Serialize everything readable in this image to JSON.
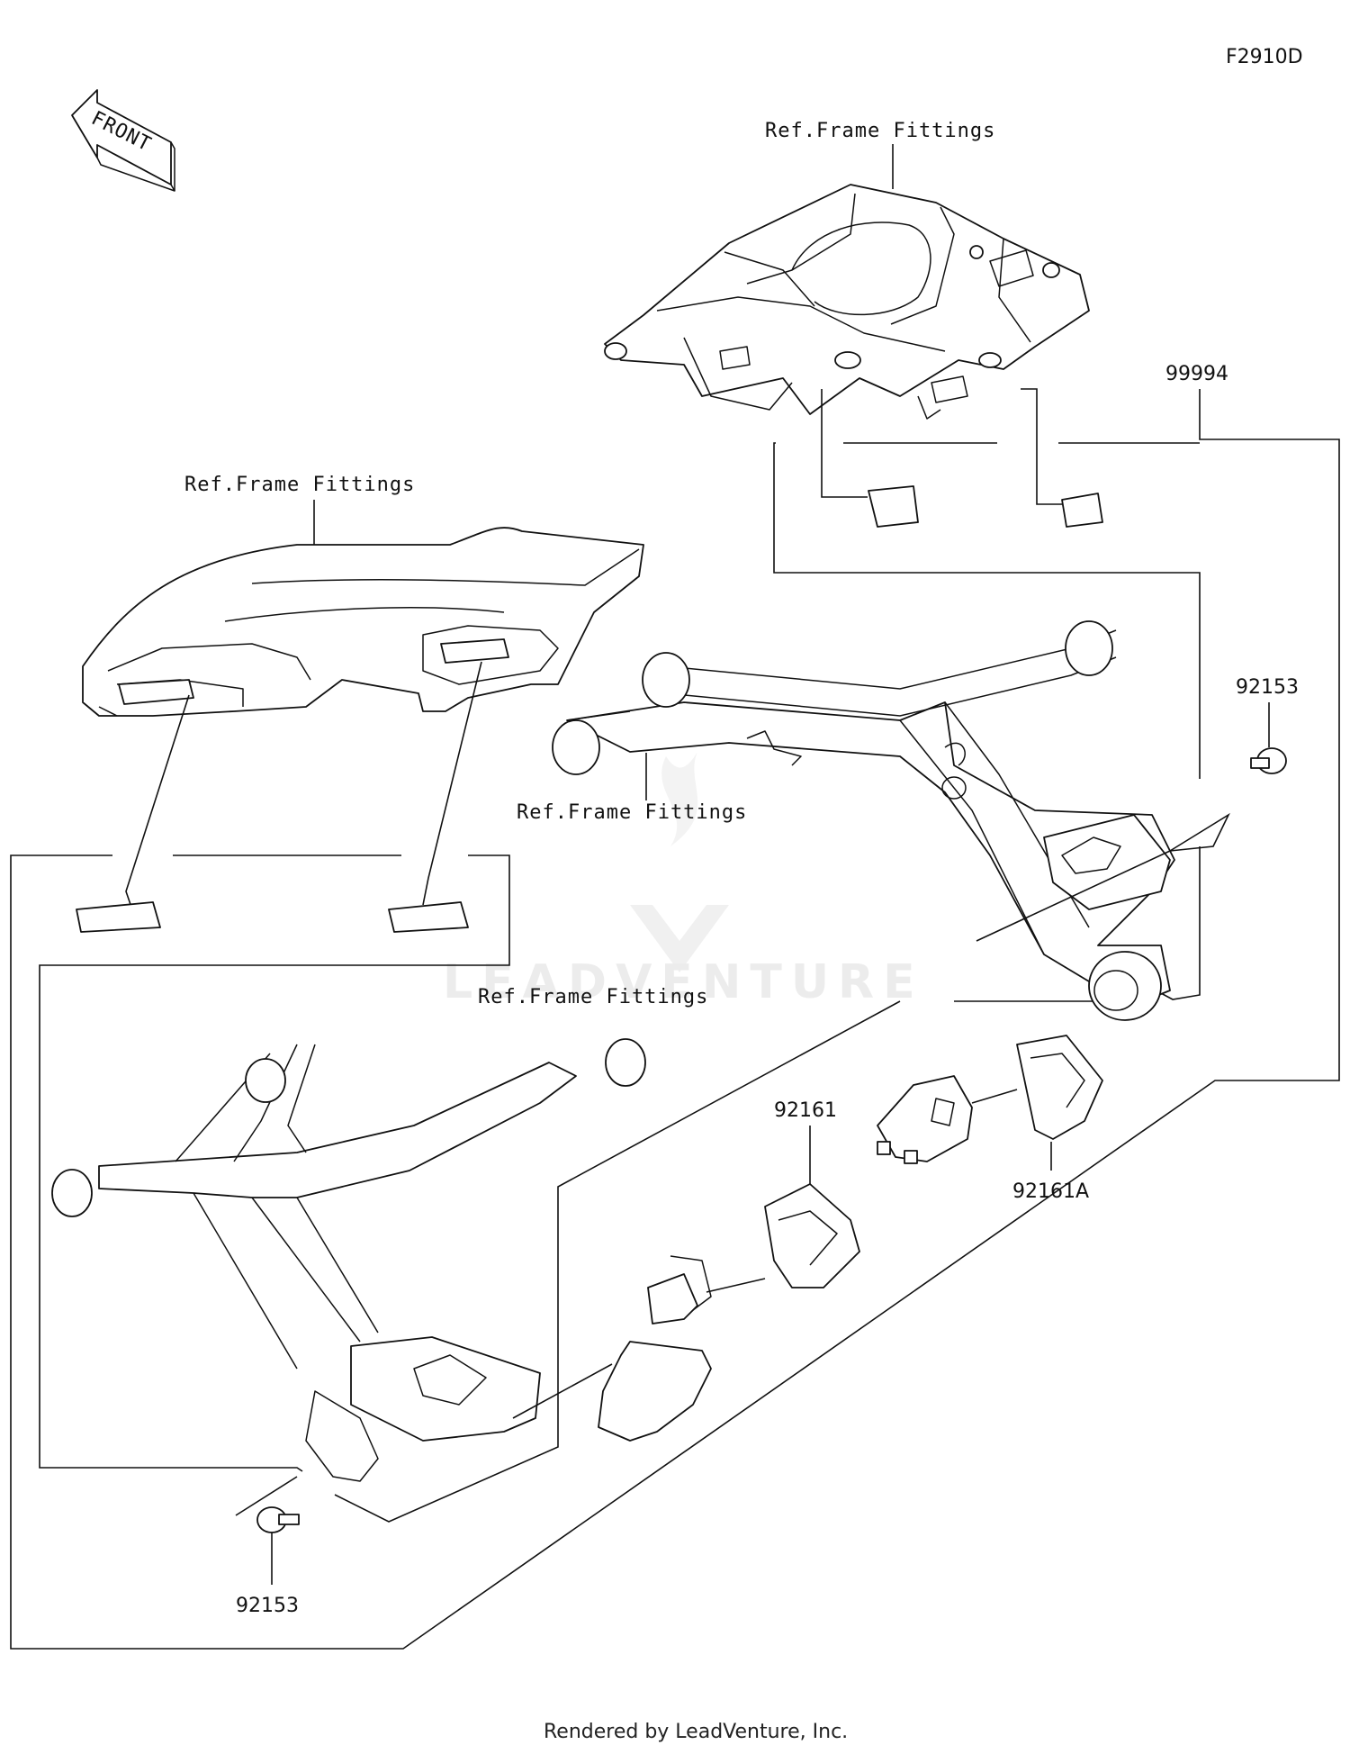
{
  "figure_code": "F2910D",
  "front_arrow": {
    "text": "FRONT",
    "icon": "front-arrow-icon"
  },
  "watermark": {
    "brand": "LEADVENTURE",
    "icon": "leadventure-logo-icon"
  },
  "labels": {
    "ref_top": "Ref.Frame Fittings",
    "ref_left": "Ref.Frame Fittings",
    "ref_mid": "Ref.Frame Fittings",
    "ref_low": "Ref.Frame Fittings"
  },
  "parts": {
    "kit": "99994",
    "bolt_right": "92153",
    "bolt_left": "92153",
    "slider_left": "92161",
    "slider_right": "92161A"
  },
  "footer": "Rendered by LeadVenture, Inc."
}
